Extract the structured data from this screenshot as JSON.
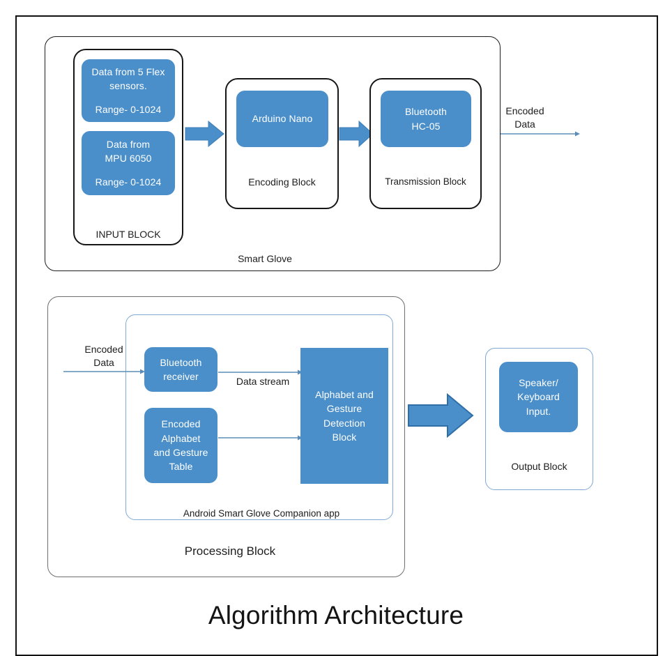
{
  "title": "Algorithm Architecture",
  "colors": {
    "node_fill": "#4a8fca",
    "node_text": "#ffffff",
    "frame_border": "#121212",
    "thin_arrow": "#5b8db8",
    "block_arrow_fill": "#4a8fca",
    "block_arrow_stroke": "#2f6fa8"
  },
  "smart_glove": {
    "label": "Smart Glove",
    "input_block": {
      "label": "INPUT BLOCK",
      "nodes": [
        {
          "line1": "Data from 5 Flex\nsensors.",
          "line2": "Range- 0-1024"
        },
        {
          "line1": "Data from\nMPU 6050",
          "line2": "Range- 0-1024"
        }
      ]
    },
    "encoding_block": {
      "label": "Encoding Block",
      "node": "Arduino Nano"
    },
    "transmission_block": {
      "label": "Transmission Block",
      "node": "Bluetooth\nHC-05"
    },
    "output_arrow_label": "Encoded\nData"
  },
  "processing": {
    "label": "Processing Block",
    "app_label": "Android Smart Glove Companion app",
    "input_arrow_label": "Encoded\nData",
    "data_stream_label": "Data stream",
    "nodes": {
      "bluetooth_receiver": "Bluetooth\nreceiver",
      "table": "Encoded\nAlphabet\nand Gesture\nTable",
      "detection": "Alphabet and\nGesture\nDetection\nBlock"
    }
  },
  "output_block": {
    "label": "Output Block",
    "node": "Speaker/\nKeyboard\nInput."
  }
}
